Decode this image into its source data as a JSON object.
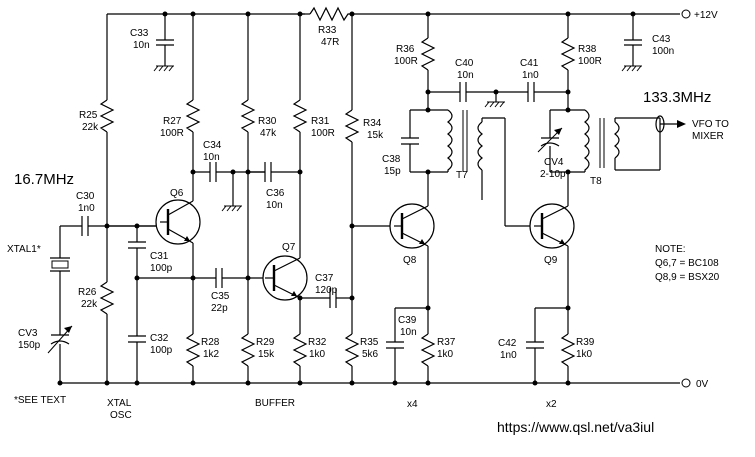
{
  "supply": {
    "positive": "+12V",
    "ground": "0V"
  },
  "frequencies": {
    "input": "16.7MHz",
    "output": "133.3MHz"
  },
  "output_label": {
    "line1": "VFO TO",
    "line2": "MIXER"
  },
  "components": {
    "C33": {
      "ref": "C33",
      "value": "10n"
    },
    "R33": {
      "ref": "R33",
      "value": "47R"
    },
    "R36": {
      "ref": "R36",
      "value": "100R"
    },
    "C40": {
      "ref": "C40",
      "value": "10n"
    },
    "C41": {
      "ref": "C41",
      "value": "1n0"
    },
    "R38": {
      "ref": "R38",
      "value": "100R"
    },
    "C43": {
      "ref": "C43",
      "value": "100n"
    },
    "R25": {
      "ref": "R25",
      "value": "22k"
    },
    "R27": {
      "ref": "R27",
      "value": "100R"
    },
    "R30": {
      "ref": "R30",
      "value": "47k"
    },
    "R31": {
      "ref": "R31",
      "value": "100R"
    },
    "R34": {
      "ref": "R34",
      "value": "15k"
    },
    "C34": {
      "ref": "C34",
      "value": "10n"
    },
    "C36": {
      "ref": "C36",
      "value": "10n"
    },
    "C38": {
      "ref": "C38",
      "value": "15p"
    },
    "T7": {
      "ref": "T7"
    },
    "CV4": {
      "ref": "CV4",
      "value": "2-10p"
    },
    "T8": {
      "ref": "T8"
    },
    "C30": {
      "ref": "C30",
      "value": "1n0"
    },
    "Q6": {
      "ref": "Q6"
    },
    "XTAL1": {
      "ref": "XTAL1*"
    },
    "C31": {
      "ref": "C31",
      "value": "100p"
    },
    "Q7": {
      "ref": "Q7"
    },
    "C37": {
      "ref": "C37",
      "value": "120p"
    },
    "Q8": {
      "ref": "Q8"
    },
    "Q9": {
      "ref": "Q9"
    },
    "R26": {
      "ref": "R26",
      "value": "22k"
    },
    "C35": {
      "ref": "C35",
      "value": "22p"
    },
    "CV3": {
      "ref": "CV3",
      "value": "150p"
    },
    "C32": {
      "ref": "C32",
      "value": "100p"
    },
    "R28": {
      "ref": "R28",
      "value": "1k2"
    },
    "R29": {
      "ref": "R29",
      "value": "15k"
    },
    "R32": {
      "ref": "R32",
      "value": "1k0"
    },
    "R35": {
      "ref": "R35",
      "value": "5k6"
    },
    "C39": {
      "ref": "C39",
      "value": "10n"
    },
    "R37": {
      "ref": "R37",
      "value": "1k0"
    },
    "C42": {
      "ref": "C42",
      "value": "1n0"
    },
    "R39": {
      "ref": "R39",
      "value": "1k0"
    }
  },
  "note": {
    "title": "NOTE:",
    "line1": "Q6,7 = BC108",
    "line2": "Q8,9 = BSX20"
  },
  "stage_labels": {
    "see_text": "*SEE TEXT",
    "xtal": "XTAL",
    "osc": "OSC",
    "buffer": "BUFFER",
    "x4": "x4",
    "x2": "x2"
  },
  "url": "https://www.qsl.net/va3iul"
}
